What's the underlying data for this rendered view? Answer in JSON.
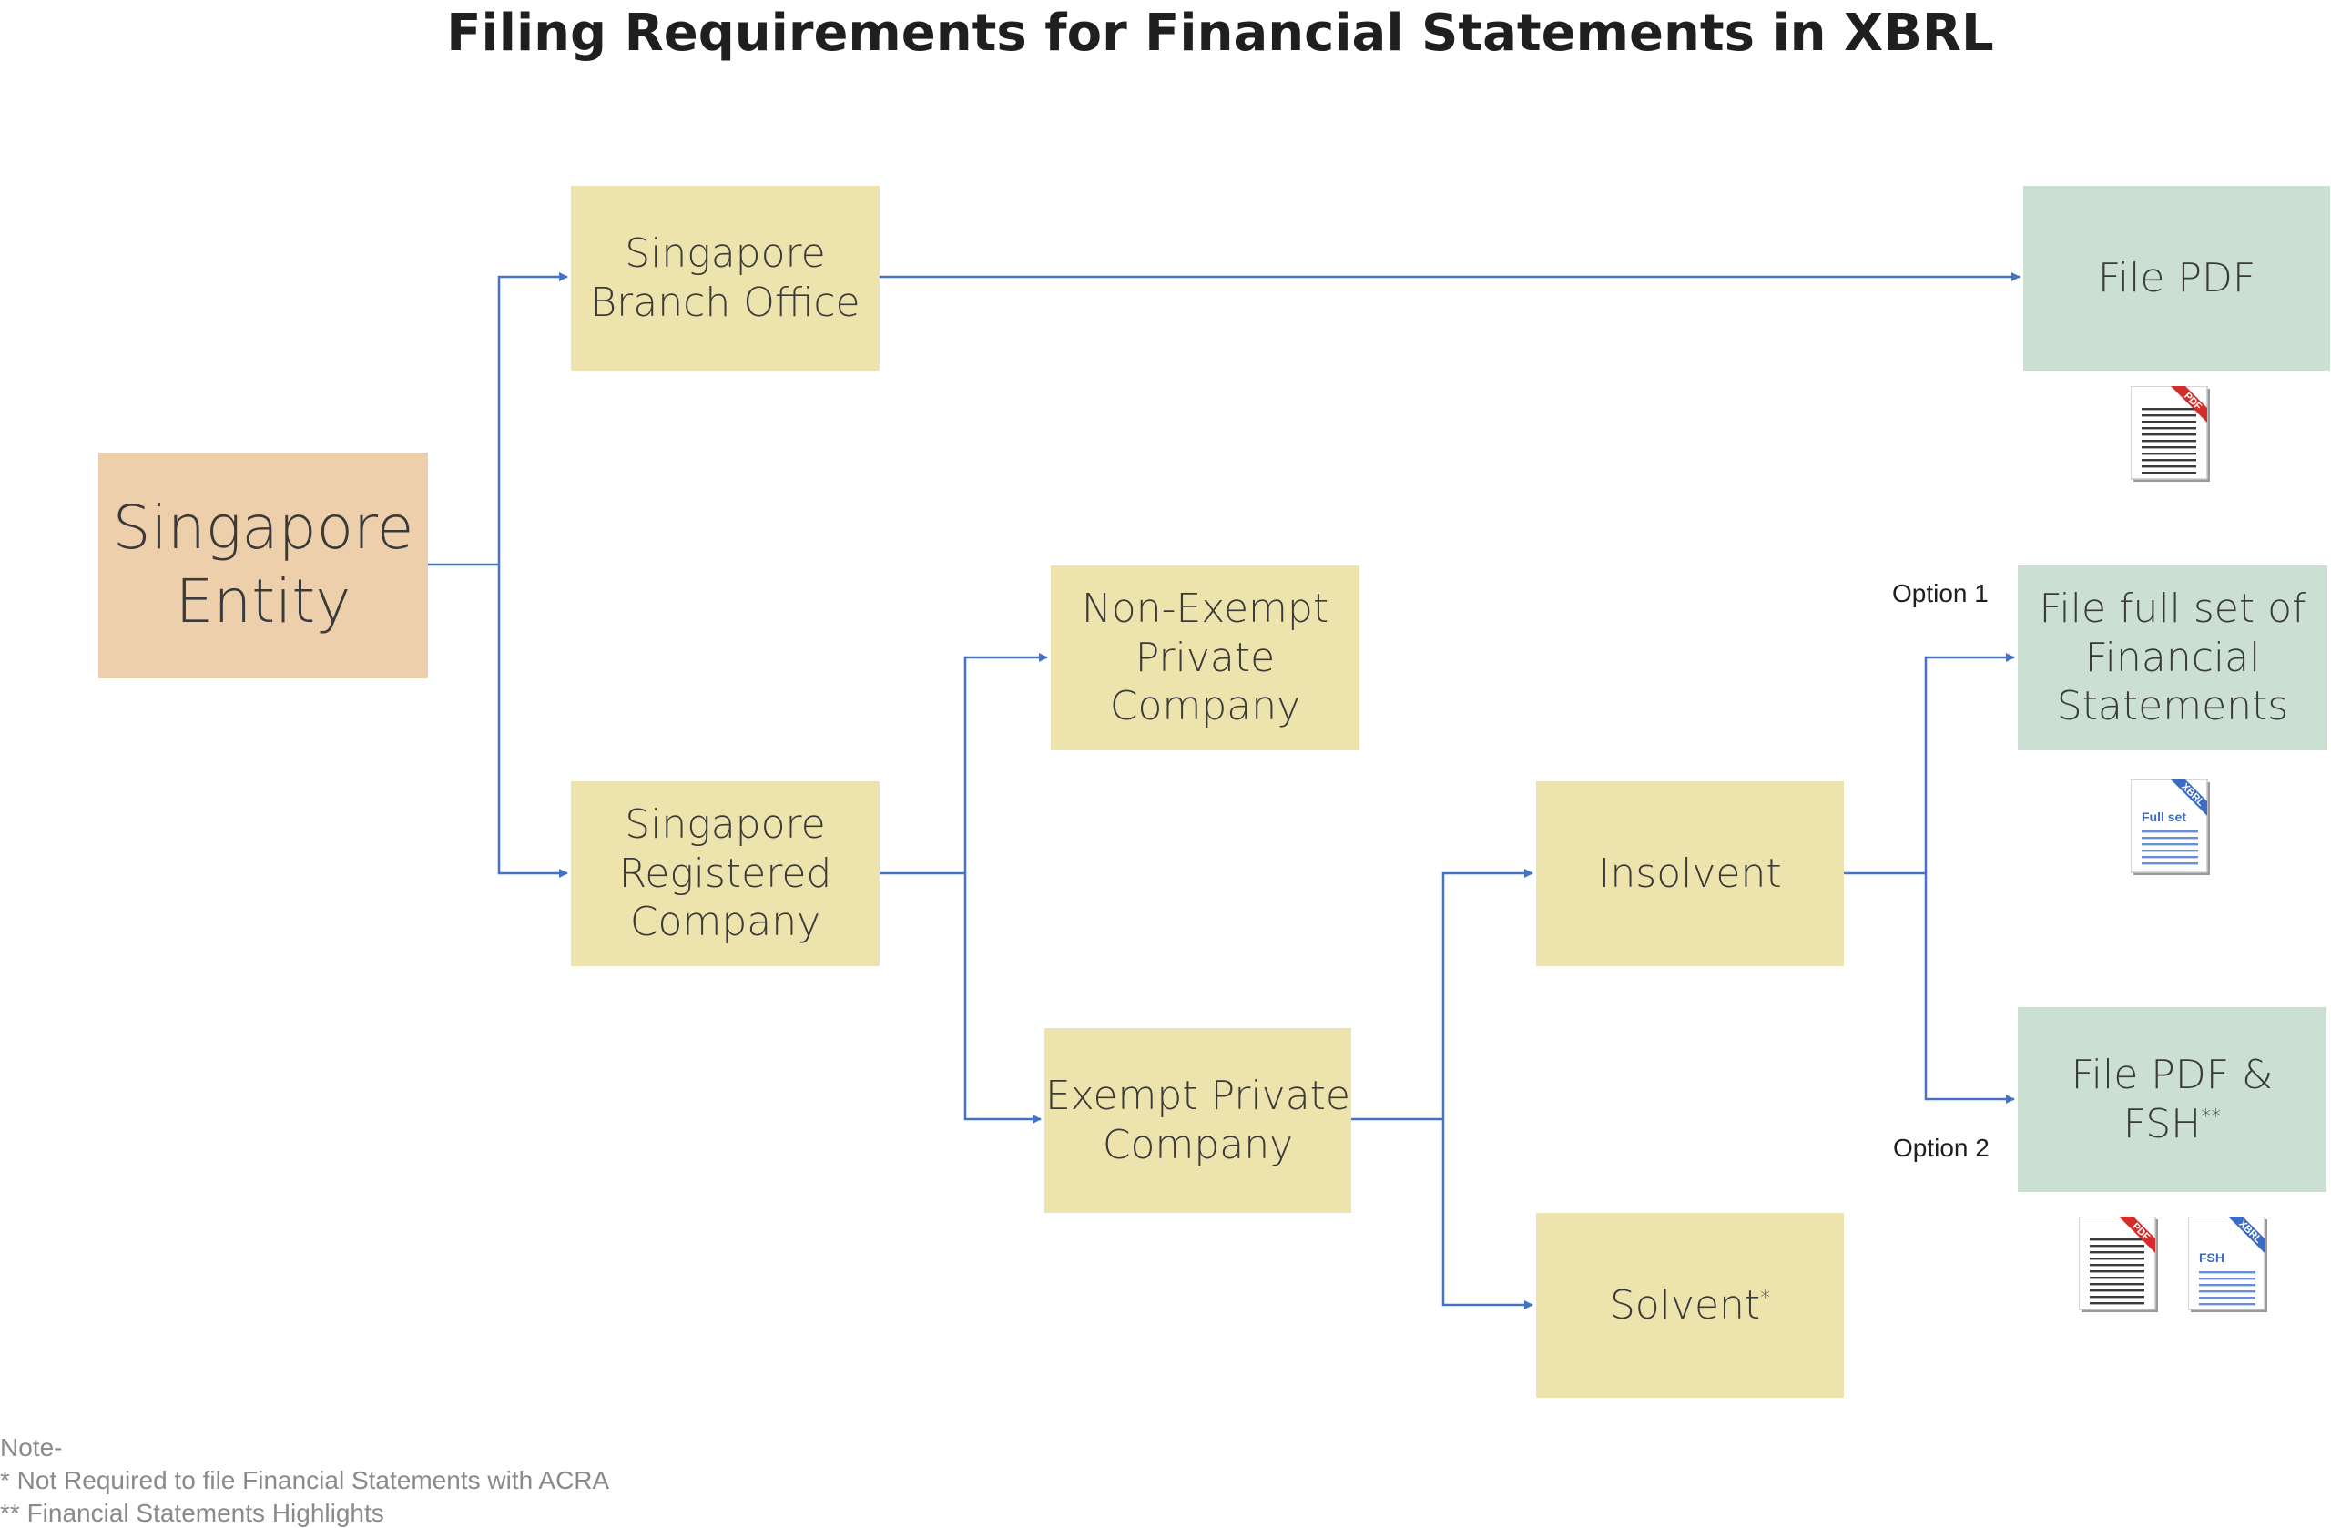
{
  "title": "Filing Requirements for Financial Statements in XBRL",
  "nodes": {
    "entity": "Singapore\nEntity",
    "branch": "Singapore\nBranch Office",
    "registered": "Singapore\nRegistered\nCompany",
    "non_exempt": "Non-Exempt\nPrivate\nCompany",
    "exempt": "Exempt Private\nCompany",
    "insolvent": "Insolvent",
    "solvent": "Solvent",
    "solvent_mark": "*",
    "file_pdf": "File PDF",
    "file_full": "File full set of\nFinancial\nStatements",
    "file_pdf_fsh": "File PDF &\nFSH",
    "file_pdf_fsh_mark": "**"
  },
  "options": {
    "option1": "Option 1",
    "option2": "Option 2"
  },
  "icons": {
    "pdf_tag": "PDF",
    "xbrl_tag": "XBRL",
    "full_set_label": "Full set",
    "fsh_label": "FSH"
  },
  "notes": {
    "heading": "Note-",
    "line1": "* Not Required to file Financial Statements with ACRA",
    "line2": "** Financial Statements Highlights"
  },
  "colors": {
    "connector": "#4472c4",
    "yellow_box": "#ede4ad",
    "green_box": "#cbdfd3",
    "orange_box": "#edcfac",
    "pdf_red": "#d42b2b",
    "xbrl_blue": "#3b6bc4"
  }
}
